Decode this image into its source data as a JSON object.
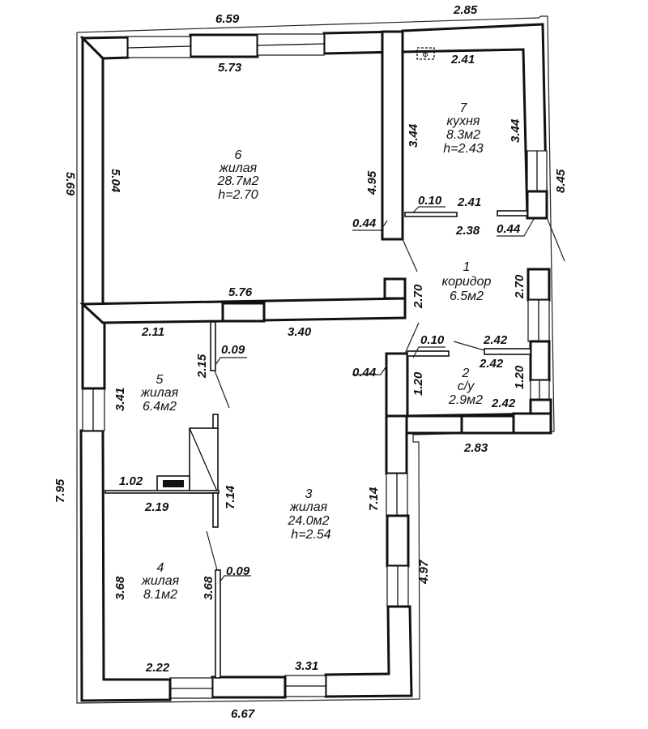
{
  "plan": {
    "rooms": [
      {
        "number": "1",
        "name": "коридор",
        "area": "6.5м2",
        "height": ""
      },
      {
        "number": "2",
        "name": "с/у",
        "area": "2.9м2",
        "height": ""
      },
      {
        "number": "3",
        "name": "жилая",
        "area": "24.0м2",
        "height": "h=2.54"
      },
      {
        "number": "4",
        "name": "жилая",
        "area": "8.1м2",
        "height": ""
      },
      {
        "number": "5",
        "name": "жилая",
        "area": "6.4м2",
        "height": ""
      },
      {
        "number": "6",
        "name": "жилая",
        "area": "28.7м2",
        "height": "h=2.70"
      },
      {
        "number": "7",
        "name": "кухня",
        "area": "8.3м2",
        "height": "h=2.43"
      }
    ],
    "dimensions": {
      "top_outer_left": "6.59",
      "top_outer_right": "2.85",
      "left_outer_upper": "5.69",
      "left_outer_lower": "7.95",
      "right_outer_upper": "8.45",
      "right_outer_lower": "4.97",
      "bottom_outer": "6.67",
      "step_outer": "2.83",
      "room6_top": "5.73",
      "room6_left": "5.04",
      "room6_right": "4.95",
      "room6_bottom": "5.76",
      "kitchen_top": "2.41",
      "kitchen_left": "3.44",
      "kitchen_right": "3.44",
      "kitchen_bottom": "2.41",
      "kitchen_partition": "0.10",
      "corridor_top": "2.38",
      "wall_left_kitchen": "0.44",
      "wall_right_kitchen": "0.44",
      "corridor_left": "2.70",
      "corridor_right": "2.70",
      "bath_partition": "0.10",
      "bath_top_outer": "2.42",
      "bath_top": "2.42",
      "bath_bottom": "2.42",
      "bath_left": "1.20",
      "bath_right": "1.20",
      "bath_wall": "0.44",
      "room5_top": "2.11",
      "room3_top": "3.40",
      "room5_partition": "0.09",
      "room5_right": "2.15",
      "room5_left": "3.41",
      "stove_width": "1.02",
      "room4_top": "2.19",
      "room3_left": "7.14",
      "room3_right": "7.14",
      "room4_partition": "0.09",
      "room4_left": "3.68",
      "room4_right": "3.68",
      "room4_bottom": "2.22",
      "room3_bottom": "3.31"
    }
  }
}
